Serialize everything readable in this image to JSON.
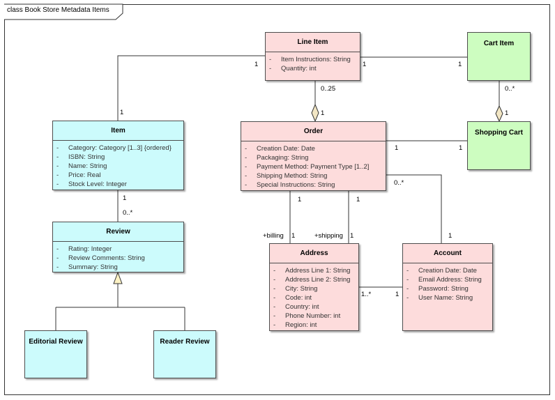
{
  "diagram": {
    "frame_title": "class Book Store Metadata Items",
    "classes": {
      "line_item": {
        "name": "Line Item",
        "attributes": [
          "Item Instructions: String",
          "Quantity: int"
        ]
      },
      "cart_item": {
        "name": "Cart Item",
        "attributes": []
      },
      "item": {
        "name": "Item",
        "attributes": [
          "Category: Category [1..3] {ordered}",
          "ISBN: String",
          "Name: String",
          "Price: Real",
          "Stock Level: Integer"
        ]
      },
      "order": {
        "name": "Order",
        "attributes": [
          "Creation Date: Date",
          "Packaging: String",
          "Payment Method: Payment Type [1..2]",
          "Shipping Method: String",
          "Special Instructions: String"
        ]
      },
      "shopping_cart": {
        "name": "Shopping Cart",
        "attributes": []
      },
      "review": {
        "name": "Review",
        "attributes": [
          "Rating: Integer",
          "Review Comments: String",
          "Summary: String"
        ]
      },
      "address": {
        "name": "Address",
        "attributes": [
          "Address Line 1: String",
          "Address Line 2: String",
          "City: String",
          "Code: int",
          "Country: int",
          "Phone Number: int",
          "Region: int"
        ]
      },
      "account": {
        "name": "Account",
        "attributes": [
          "Creation Date: Date",
          "Email Address: String",
          "Password: String",
          "User Name: String"
        ]
      },
      "editorial_review": {
        "name": "Editorial Review",
        "attributes": []
      },
      "reader_review": {
        "name": "Reader Review",
        "attributes": []
      }
    },
    "multiplicities": {
      "lineitem_item_line": "1",
      "lineitem_item_item": "1",
      "lineitem_cartitem_line": "1",
      "lineitem_cartitem_cart": "1",
      "lineitem_order_line": "0..25",
      "lineitem_order_order": "1",
      "cartitem_cart_cartitem": "0..*",
      "cartitem_cart_cart": "1",
      "order_cart_order": "1",
      "order_cart_cart": "1",
      "item_review_item": "1",
      "item_review_review": "0..*",
      "order_billing": "1",
      "order_shipping": "1",
      "billing_role": "+billing",
      "billing_mult": "1",
      "shipping_role": "+shipping",
      "shipping_mult": "1",
      "order_account_order": "0..*",
      "order_account_account": "1",
      "address_account_address": "1..*",
      "address_account_account": "1"
    },
    "colors": {
      "pink_class": "#fddcdc",
      "cyan_class": "#ccfbfc",
      "green_class": "#cdfdc0"
    }
  }
}
